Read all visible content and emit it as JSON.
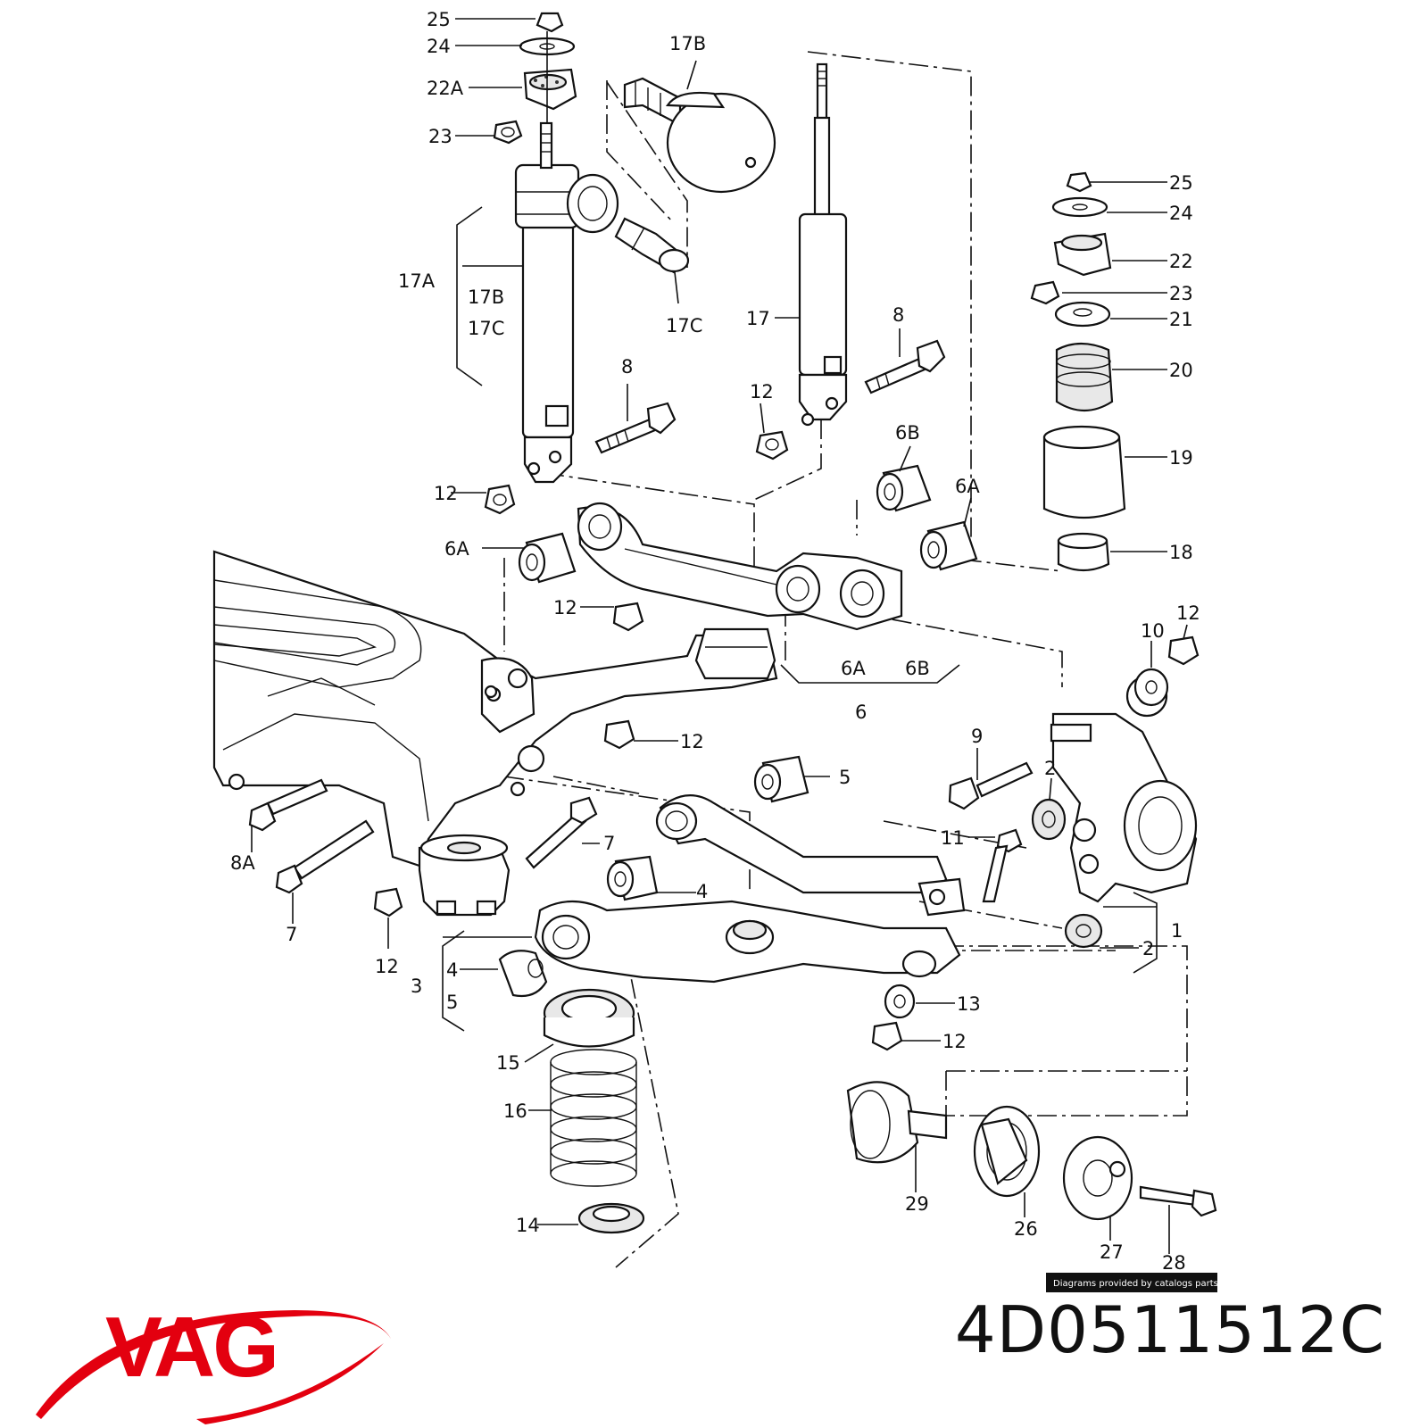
{
  "brand": {
    "logo_text": "VAG",
    "logo_color": "#e3000f"
  },
  "part_number": "4D0511512C",
  "credit": "Diagrams provided by catalogs parts",
  "callouts": [
    {
      "id": "c-25a",
      "text": "25"
    },
    {
      "id": "c-24a",
      "text": "24"
    },
    {
      "id": "c-22a",
      "text": "22A"
    },
    {
      "id": "c-23a",
      "text": "23"
    },
    {
      "id": "c-17b-top",
      "text": "17B"
    },
    {
      "id": "c-17a",
      "text": "17A"
    },
    {
      "id": "c-17b",
      "text": "17B"
    },
    {
      "id": "c-17c",
      "text": "17C"
    },
    {
      "id": "c-17c-b",
      "text": "17C"
    },
    {
      "id": "c-8a",
      "text": "8"
    },
    {
      "id": "c-12a",
      "text": "12"
    },
    {
      "id": "c-17",
      "text": "17"
    },
    {
      "id": "c-8b",
      "text": "8"
    },
    {
      "id": "c-12b",
      "text": "12"
    },
    {
      "id": "c-6b-top",
      "text": "6B"
    },
    {
      "id": "c-6a-right",
      "text": "6A"
    },
    {
      "id": "c-6a-left",
      "text": "6A"
    },
    {
      "id": "c-12c",
      "text": "12"
    },
    {
      "id": "c-6a-bottom",
      "text": "6A"
    },
    {
      "id": "c-6b-bottom",
      "text": "6B"
    },
    {
      "id": "c-6",
      "text": "6"
    },
    {
      "id": "c-12d",
      "text": "12"
    },
    {
      "id": "c-5",
      "text": "5"
    },
    {
      "id": "c-8a-bolt",
      "text": "8A"
    },
    {
      "id": "c-7a",
      "text": "7"
    },
    {
      "id": "c-7b",
      "text": "7"
    },
    {
      "id": "c-12e",
      "text": "12"
    },
    {
      "id": "c-4a",
      "text": "4"
    },
    {
      "id": "c-3",
      "text": "3"
    },
    {
      "id": "c-4b",
      "text": "4"
    },
    {
      "id": "c-5b",
      "text": "5"
    },
    {
      "id": "c-15",
      "text": "15"
    },
    {
      "id": "c-16",
      "text": "16"
    },
    {
      "id": "c-14",
      "text": "14"
    },
    {
      "id": "c-25b",
      "text": "25"
    },
    {
      "id": "c-24b",
      "text": "24"
    },
    {
      "id": "c-22",
      "text": "22"
    },
    {
      "id": "c-23b",
      "text": "23"
    },
    {
      "id": "c-21",
      "text": "21"
    },
    {
      "id": "c-20",
      "text": "20"
    },
    {
      "id": "c-19",
      "text": "19"
    },
    {
      "id": "c-18",
      "text": "18"
    },
    {
      "id": "c-10",
      "text": "10"
    },
    {
      "id": "c-12f",
      "text": "12"
    },
    {
      "id": "c-9",
      "text": "9"
    },
    {
      "id": "c-2a",
      "text": "2"
    },
    {
      "id": "c-11",
      "text": "11"
    },
    {
      "id": "c-1",
      "text": "1"
    },
    {
      "id": "c-2b",
      "text": "2"
    },
    {
      "id": "c-13",
      "text": "13"
    },
    {
      "id": "c-12g",
      "text": "12"
    },
    {
      "id": "c-29",
      "text": "29"
    },
    {
      "id": "c-26",
      "text": "26"
    },
    {
      "id": "c-27",
      "text": "27"
    },
    {
      "id": "c-28",
      "text": "28"
    }
  ]
}
